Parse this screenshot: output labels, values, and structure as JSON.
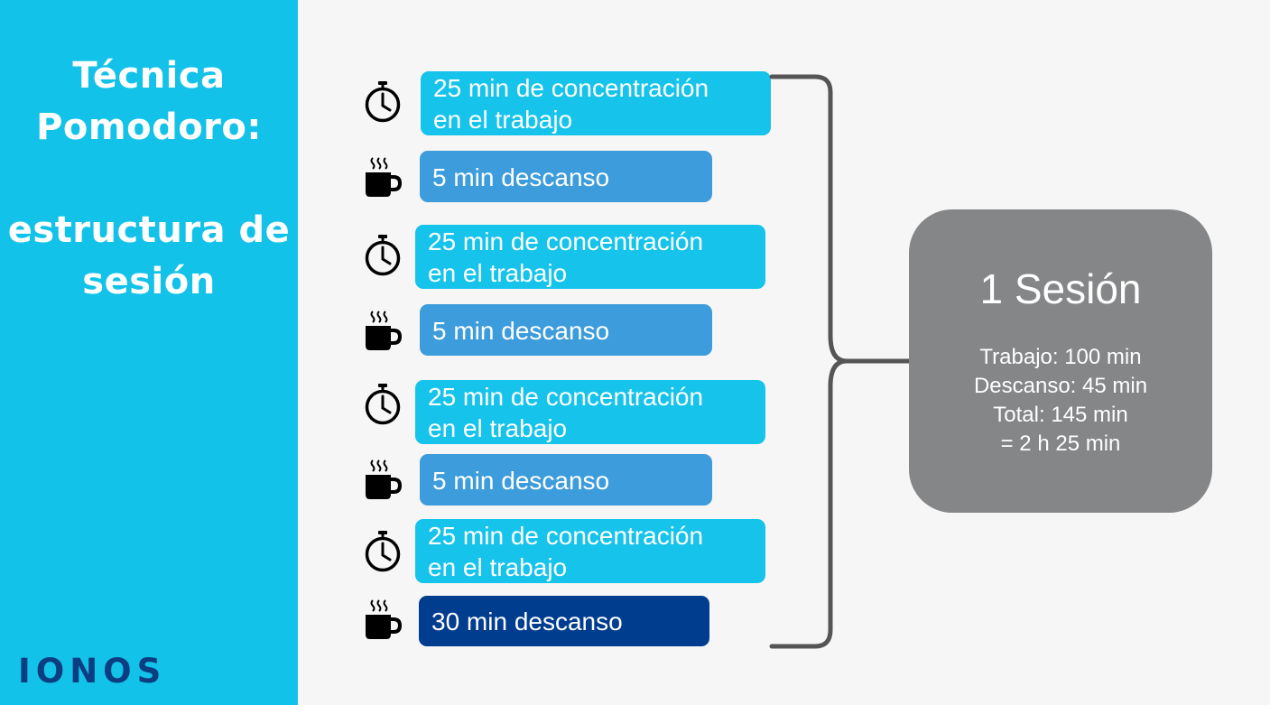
{
  "sidebar": {
    "title_lines": [
      "Técnica",
      "Pomodoro:",
      "",
      "estructura de",
      "sesión"
    ],
    "logo": "IONOS",
    "background_color": "#13c2e8",
    "logo_color": "#0b3d82"
  },
  "steps": [
    {
      "type": "work",
      "icon": "stopwatch-icon",
      "text": "25 min de concentración\nen el trabajo"
    },
    {
      "type": "break-short",
      "icon": "coffee-cup-icon",
      "text": "5 min descanso"
    },
    {
      "type": "work",
      "icon": "stopwatch-icon",
      "text": "25 min de concentración\nen el trabajo"
    },
    {
      "type": "break-short",
      "icon": "coffee-cup-icon",
      "text": "5 min descanso"
    },
    {
      "type": "work",
      "icon": "stopwatch-icon",
      "text": "25 min de concentración\nen el trabajo"
    },
    {
      "type": "break-short",
      "icon": "coffee-cup-icon",
      "text": "5 min descanso"
    },
    {
      "type": "work",
      "icon": "stopwatch-icon",
      "text": "25 min de concentración\nen el trabajo"
    },
    {
      "type": "break-long",
      "icon": "coffee-cup-icon",
      "text": "30 min descanso"
    }
  ],
  "summary": {
    "title": "1 Sesión",
    "lines": [
      "Trabajo: 100 min",
      "Descanso: 45 min",
      "Total: 145 min",
      "= 2 h 25 min"
    ]
  },
  "colors": {
    "work": "#16c3ea",
    "short_break": "#3d9cdb",
    "long_break": "#003d8f",
    "summary": "#848687",
    "bracket": "#555555"
  }
}
